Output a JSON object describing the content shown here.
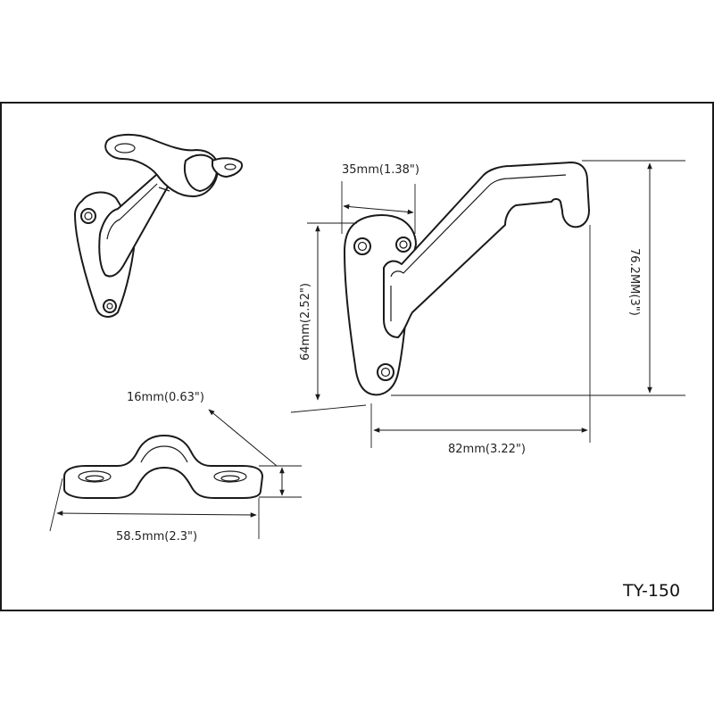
{
  "dimensions": {
    "width_35": "35mm(1.38\")",
    "height_64": "64mm(2.52\")",
    "height_76": "76.2MM(3\")",
    "length_82": "82mm(3.22\")",
    "height_16": "16mm(0.63\")",
    "length_58": "58.5mm(2.3\")"
  },
  "model": "TY-150",
  "colors": {
    "line": "#1a1a1a",
    "background": "#ffffff"
  }
}
